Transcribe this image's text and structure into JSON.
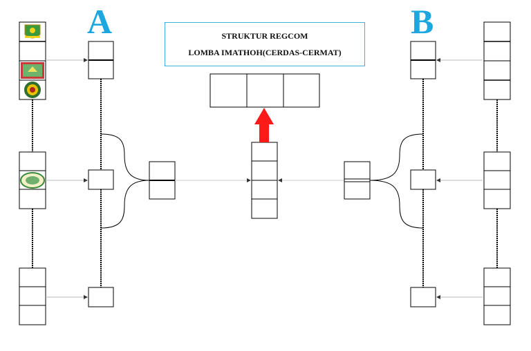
{
  "title": {
    "line1": "STRUKTUR REGCOM",
    "line2": "LOMBA IMATHOH(CERDAS-CERMAT)"
  },
  "groups": {
    "left_letter": "A",
    "right_letter": "B"
  },
  "colors": {
    "letter": "#1ca7e0",
    "title_border": "#3fb0d8",
    "arrow": "#ff1a1a",
    "line": "#222222"
  },
  "logos": [
    "green-yellow-crest-icon",
    "red-shield-crest-icon",
    "round-green-emblem-icon",
    "oval-green-seal-icon"
  ]
}
